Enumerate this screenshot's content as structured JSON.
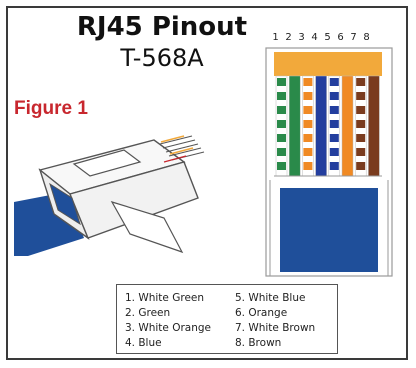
{
  "header": {
    "title": "RJ45 Pinout",
    "subtitle": "T-568A"
  },
  "figure_label": "Figure 1",
  "pin_numbers": [
    "1",
    "2",
    "3",
    "4",
    "5",
    "6",
    "7",
    "8"
  ],
  "wires": [
    {
      "pin": 1,
      "name": "White Green",
      "base": "#ffffff",
      "stripe": "#2a8a4a"
    },
    {
      "pin": 2,
      "name": "Green",
      "base": "#2a8a4a",
      "stripe": "#2a8a4a"
    },
    {
      "pin": 3,
      "name": "White Orange",
      "base": "#ffffff",
      "stripe": "#f08a24"
    },
    {
      "pin": 4,
      "name": "Blue",
      "base": "#233e9e",
      "stripe": "#233e9e"
    },
    {
      "pin": 5,
      "name": "White Blue",
      "base": "#ffffff",
      "stripe": "#233e9e"
    },
    {
      "pin": 6,
      "name": "Orange",
      "base": "#f08a24",
      "stripe": "#f08a24"
    },
    {
      "pin": 7,
      "name": "White Brown",
      "base": "#ffffff",
      "stripe": "#7a3b1e"
    },
    {
      "pin": 8,
      "name": "Brown",
      "base": "#7a3b1e",
      "stripe": "#7a3b1e"
    }
  ],
  "legend": [
    "1. White Green",
    "2. Green",
    "3. White Orange",
    "4. Blue",
    "5. White Blue",
    "6. Orange",
    "7. White Brown",
    "8. Brown"
  ],
  "colors": {
    "cable_blue": "#1f4f9a",
    "contact_gold": "#f2a93b",
    "figure_red": "#c8272e"
  }
}
